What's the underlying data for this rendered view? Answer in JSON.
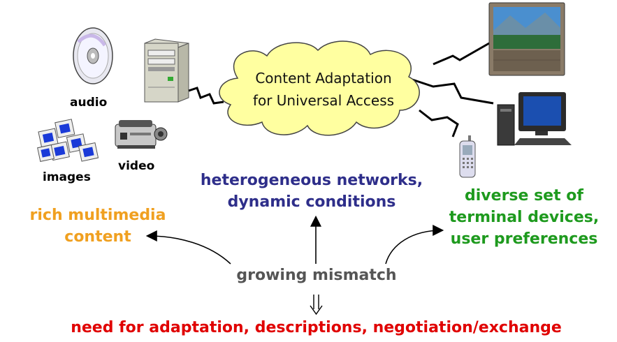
{
  "cloud": {
    "line1": "Content Adaptation",
    "line2": "for Universal Access"
  },
  "media": {
    "audio": "audio",
    "images": "images",
    "video": "video"
  },
  "networks": {
    "line1": "heterogeneous networks,",
    "line2": "dynamic conditions"
  },
  "multimedia": {
    "line1": "rich multimedia",
    "line2": "content"
  },
  "devices": {
    "line1": "diverse set of",
    "line2": "terminal devices,",
    "line3": "user preferences"
  },
  "mismatch": "growing mismatch",
  "need": "need for adaptation, descriptions, negotiation/exchange",
  "colors": {
    "networks": "#2e2e8a",
    "multimedia": "#f0a020",
    "devices": "#1e9a1e",
    "mismatch": "#555555",
    "need": "#e00000",
    "cloud": "#ffffa0"
  },
  "icons": [
    "cd-icon",
    "server-icon",
    "slides-icon",
    "projector-icon",
    "tv-icon",
    "desktop-computer-icon",
    "phone-icon",
    "cloud-icon"
  ]
}
